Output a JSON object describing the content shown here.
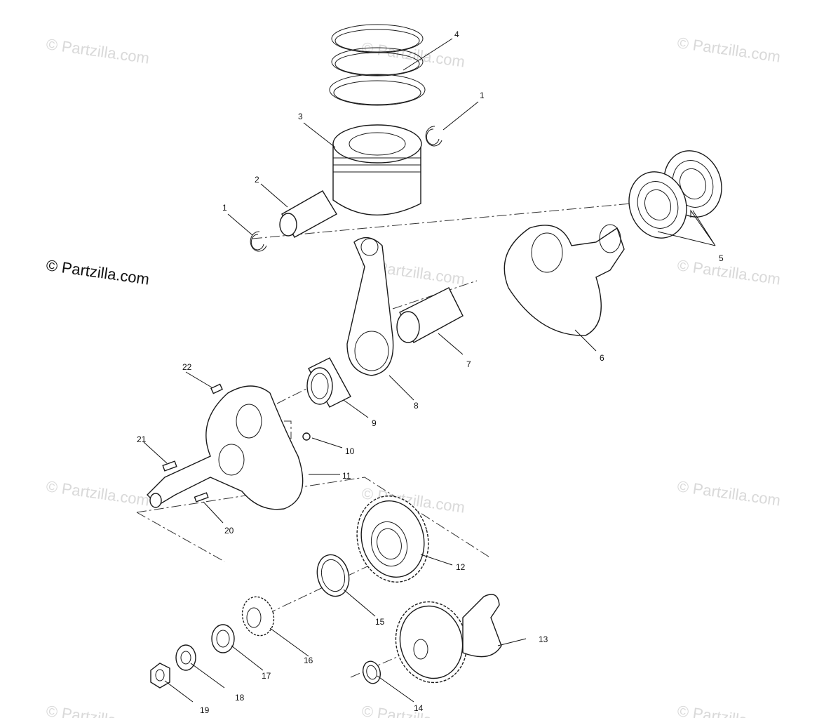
{
  "watermark": {
    "text": "© Partzilla.com",
    "main_text": "© Partzilla.com"
  },
  "callouts": [
    "4",
    "1",
    "3",
    "2",
    "1",
    "5",
    "6",
    "7",
    "8",
    "9",
    "22",
    "10",
    "21",
    "11",
    "20",
    "12",
    "15",
    "16",
    "13",
    "17",
    "18",
    "14",
    "19"
  ],
  "colors": {
    "ink": "#111111",
    "watermark": "#d9d9d9",
    "background": "#ffffff"
  }
}
